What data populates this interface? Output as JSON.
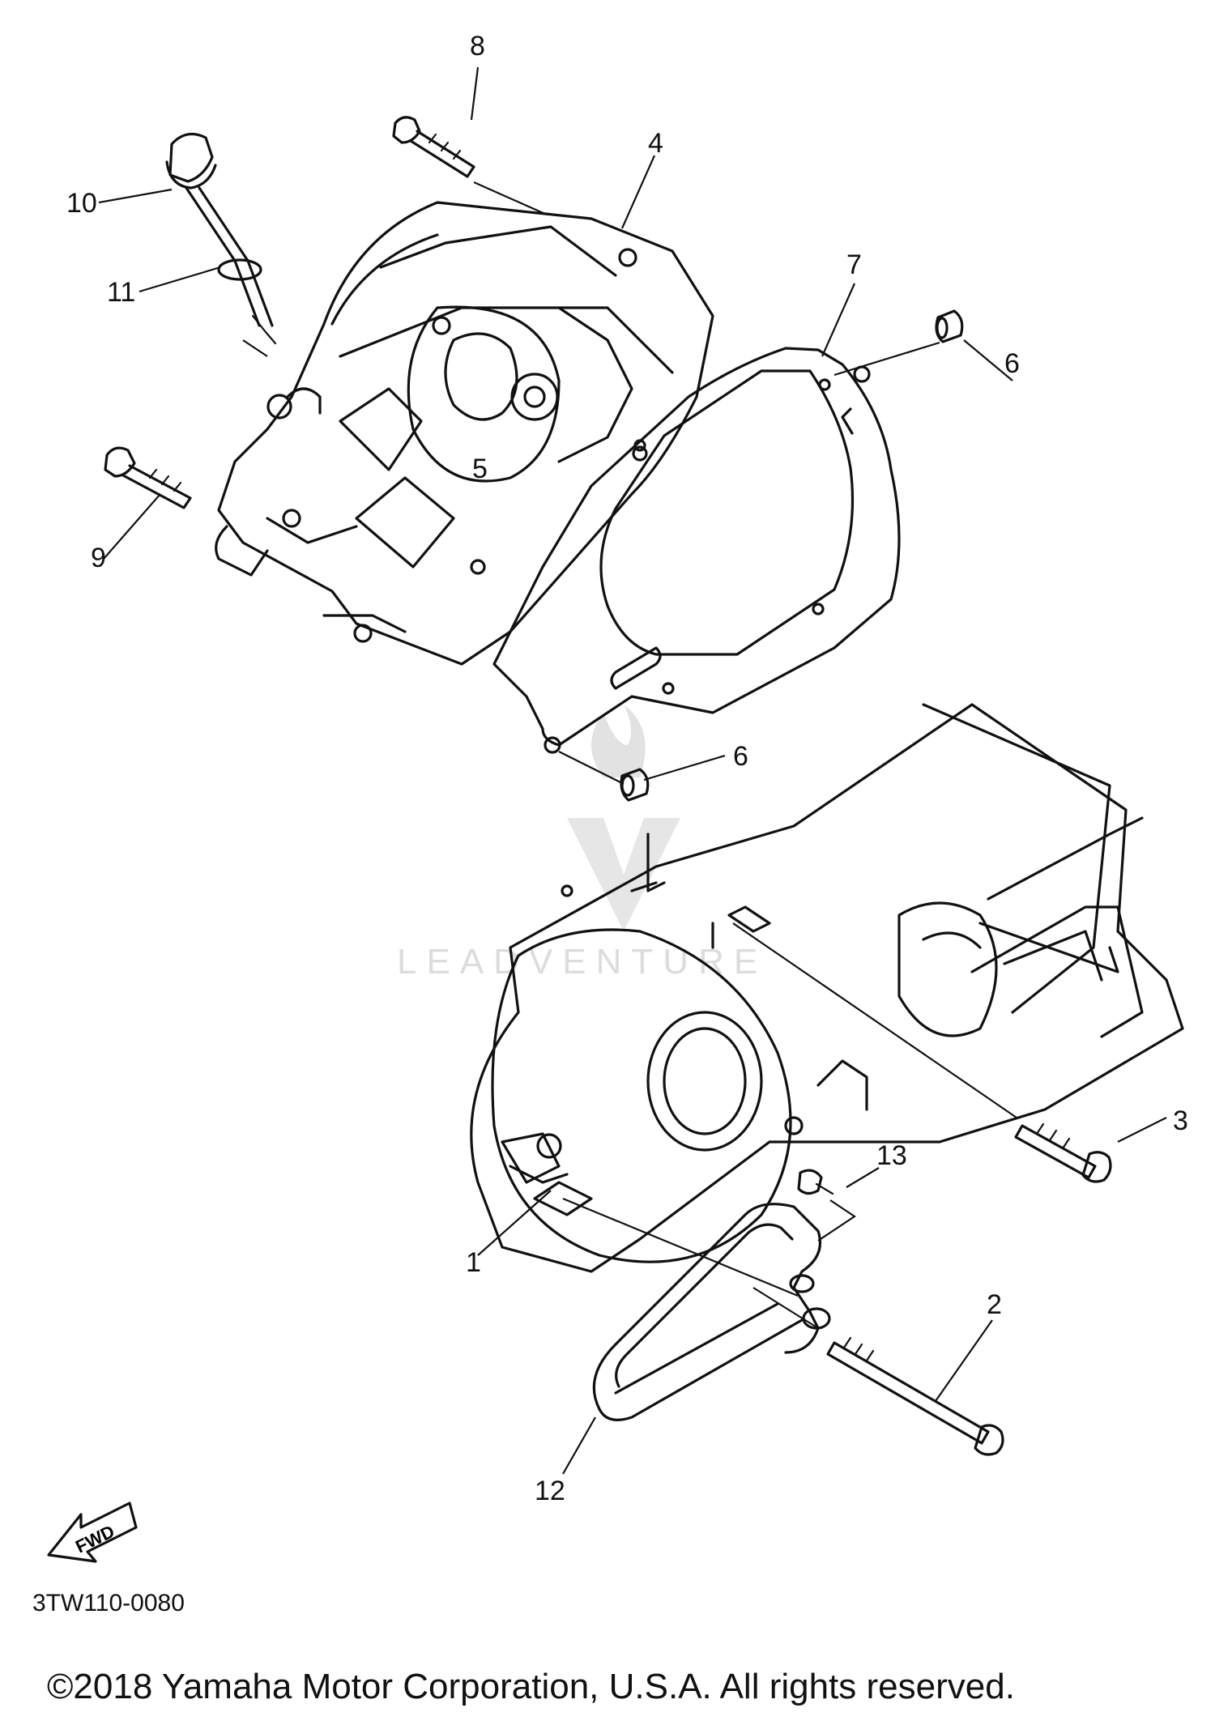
{
  "callouts": {
    "c1": "1",
    "c2": "2",
    "c3": "3",
    "c4": "4",
    "c5": "5",
    "c6a": "6",
    "c6b": "6",
    "c7": "7",
    "c8": "8",
    "c9": "9",
    "c10": "10",
    "c11": "11",
    "c12": "12",
    "c13": "13"
  },
  "fwd_label": "FWD",
  "watermark": "LEADVENTURE",
  "diagram_code": "3TW110-0080",
  "copyright": "©2018 Yamaha Motor Corporation, U.S.A. All rights reserved."
}
